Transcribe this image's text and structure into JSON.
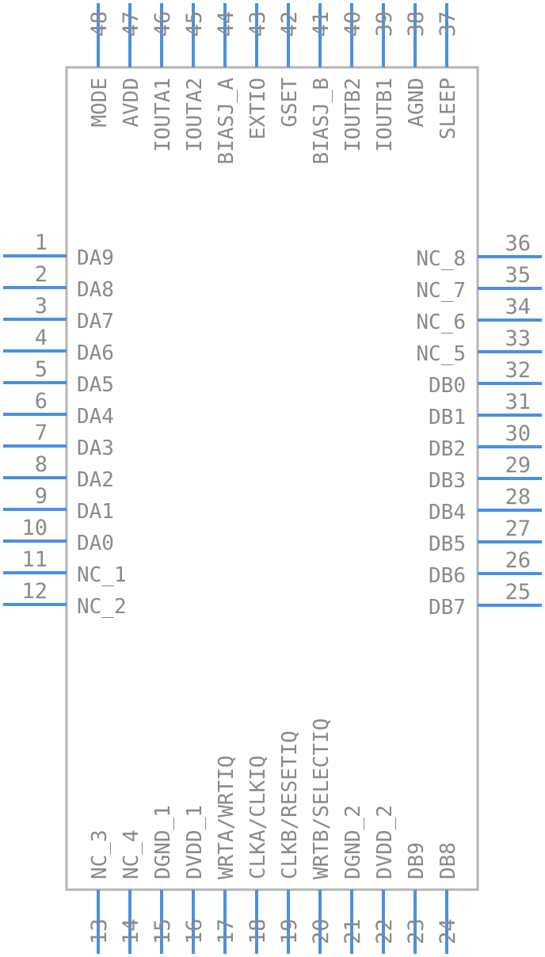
{
  "left_pins": [
    {
      "num": "1",
      "name": "DA9"
    },
    {
      "num": "2",
      "name": "DA8"
    },
    {
      "num": "3",
      "name": "DA7"
    },
    {
      "num": "4",
      "name": "DA6"
    },
    {
      "num": "5",
      "name": "DA5"
    },
    {
      "num": "6",
      "name": "DA4"
    },
    {
      "num": "7",
      "name": "DA3"
    },
    {
      "num": "8",
      "name": "DA2"
    },
    {
      "num": "9",
      "name": "DA1"
    },
    {
      "num": "10",
      "name": "DA0"
    },
    {
      "num": "11",
      "name": "NC_1"
    },
    {
      "num": "12",
      "name": "NC_2"
    }
  ],
  "bottom_pins": [
    {
      "num": "13",
      "name": "NC_3"
    },
    {
      "num": "14",
      "name": "NC_4"
    },
    {
      "num": "15",
      "name": "DGND_1"
    },
    {
      "num": "16",
      "name": "DVDD_1"
    },
    {
      "num": "17",
      "name": "WRTA/WRTIQ"
    },
    {
      "num": "18",
      "name": "CLKA/CLKIQ"
    },
    {
      "num": "19",
      "name": "CLKB/RESETIQ"
    },
    {
      "num": "20",
      "name": "WRTB/SELECTIQ"
    },
    {
      "num": "21",
      "name": "DGND_2"
    },
    {
      "num": "22",
      "name": "DVDD_2"
    },
    {
      "num": "23",
      "name": "DB9"
    },
    {
      "num": "24",
      "name": "DB8"
    }
  ],
  "right_pins": [
    {
      "num": "25",
      "name": "DB7"
    },
    {
      "num": "26",
      "name": "DB6"
    },
    {
      "num": "27",
      "name": "DB5"
    },
    {
      "num": "28",
      "name": "DB4"
    },
    {
      "num": "29",
      "name": "DB3"
    },
    {
      "num": "30",
      "name": "DB2"
    },
    {
      "num": "31",
      "name": "DB1"
    },
    {
      "num": "32",
      "name": "DB0"
    },
    {
      "num": "33",
      "name": "NC_5"
    },
    {
      "num": "34",
      "name": "NC_6"
    },
    {
      "num": "35",
      "name": "NC_7"
    },
    {
      "num": "36",
      "name": "NC_8"
    }
  ],
  "top_pins": [
    {
      "num": "37",
      "name": "SLEEP"
    },
    {
      "num": "38",
      "name": "AGND"
    },
    {
      "num": "39",
      "name": "IOUTB1"
    },
    {
      "num": "40",
      "name": "IOUTB2"
    },
    {
      "num": "41",
      "name": "BIASJ_B"
    },
    {
      "num": "42",
      "name": "GSET"
    },
    {
      "num": "43",
      "name": "EXTIO"
    },
    {
      "num": "44",
      "name": "BIASJ_A"
    },
    {
      "num": "45",
      "name": "IOUTA2"
    },
    {
      "num": "46",
      "name": "IOUTA1"
    },
    {
      "num": "47",
      "name": "AVDD"
    },
    {
      "num": "48",
      "name": "MODE"
    }
  ],
  "colors": {
    "pin": "#4a90e2",
    "body_outline": "#b5b5b5",
    "text": "#8a8a8a"
  }
}
